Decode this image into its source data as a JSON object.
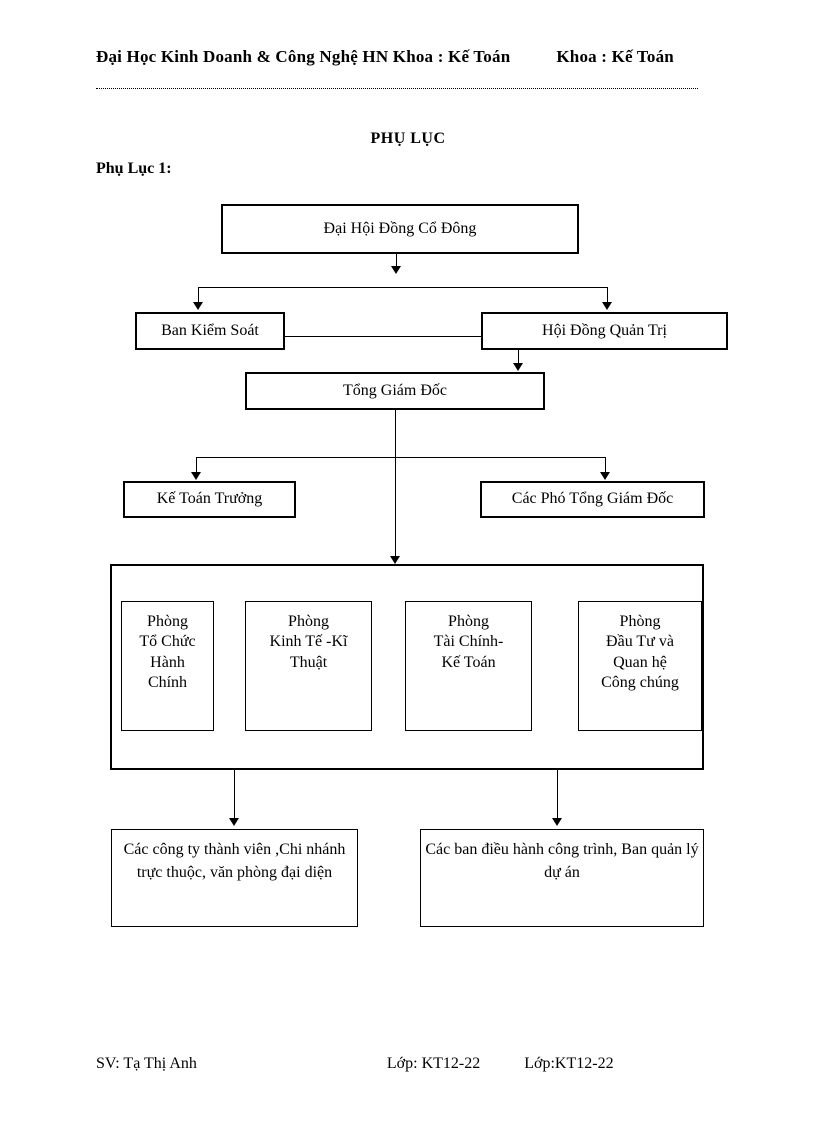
{
  "header": {
    "left": "Đại Học Kinh Doanh & Công Nghệ HN Khoa : Kế Toán",
    "right": "Khoa : Kế Toán"
  },
  "document": {
    "title": "PHỤ LỤC",
    "section_label": "Phụ Lục 1:"
  },
  "chart": {
    "type": "org-chart",
    "nodes": {
      "top": "Đại Hội Đồng Cổ Đông",
      "left_row2": "Ban Kiểm Soát",
      "right_row2": "Hội Đồng Quản Trị",
      "row3": "Tổng Giám Đốc",
      "left_row4": "Kế Toán Trưởng",
      "right_row4": "Các Phó Tổng Giám Đốc",
      "departments": [
        "Phòng\nTổ Chức\nHành\nChính",
        "Phòng\nKinh Tế -Kĩ\nThuật",
        "Phòng\nTài Chính-\nKế Toán",
        "Phòng\nĐầu Tư và\nQuan hệ\nCông chúng"
      ],
      "bottom_left": "Các công ty thành viên ,Chi nhánh trực thuộc, văn phòng đại diện",
      "bottom_right": "Các ban điều hành công trình, Ban quản lý dự án"
    }
  },
  "footer": {
    "student": "SV: Tạ Thị Anh",
    "class_1": "Lớp: KT12-22",
    "class_2": "Lớp:KT12-22"
  }
}
